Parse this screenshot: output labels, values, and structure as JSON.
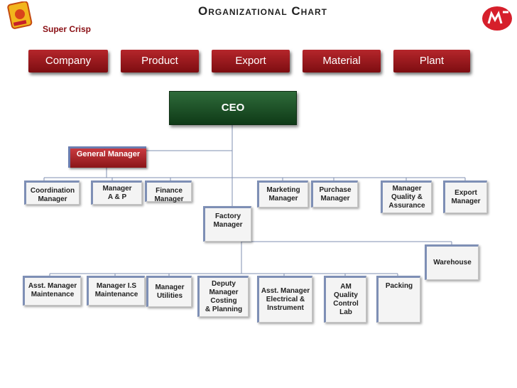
{
  "header": {
    "title": "Organizational Chart",
    "brand": "Super Crisp"
  },
  "nav": [
    {
      "label": "Company"
    },
    {
      "label": "Product"
    },
    {
      "label": "Export"
    },
    {
      "label": "Material"
    },
    {
      "label": "Plant"
    }
  ],
  "chart": {
    "ceo": "CEO",
    "general_manager": "General Manager",
    "row1": {
      "coordination": "Coordination Manager",
      "manager_ap": "Manager\nA & P",
      "finance": "Finance Manager",
      "marketing": "Marketing Manager",
      "purchase": "Purchase Manager",
      "quality": "Manager Quality & Assurance",
      "export": "Export Manager"
    },
    "factory": "Factory Manager",
    "warehouse": "Warehouse",
    "row3": {
      "maintenance": "Asst. Manager Maintenance",
      "ls_maintenance": "Manager I.S Maintenance",
      "utilities": "Manager Utilities",
      "deputy": "Deputy Manager Costing\n& Planning",
      "electrical": "Asst. Manager Electrical & Instrument",
      "qc_lab": "AM Quality Control Lab",
      "packing": "Packing"
    }
  },
  "colors": {
    "accent": "#9c1a1f",
    "ceo_green": "#1f5a2a",
    "box_border": "#7e8fb5"
  }
}
